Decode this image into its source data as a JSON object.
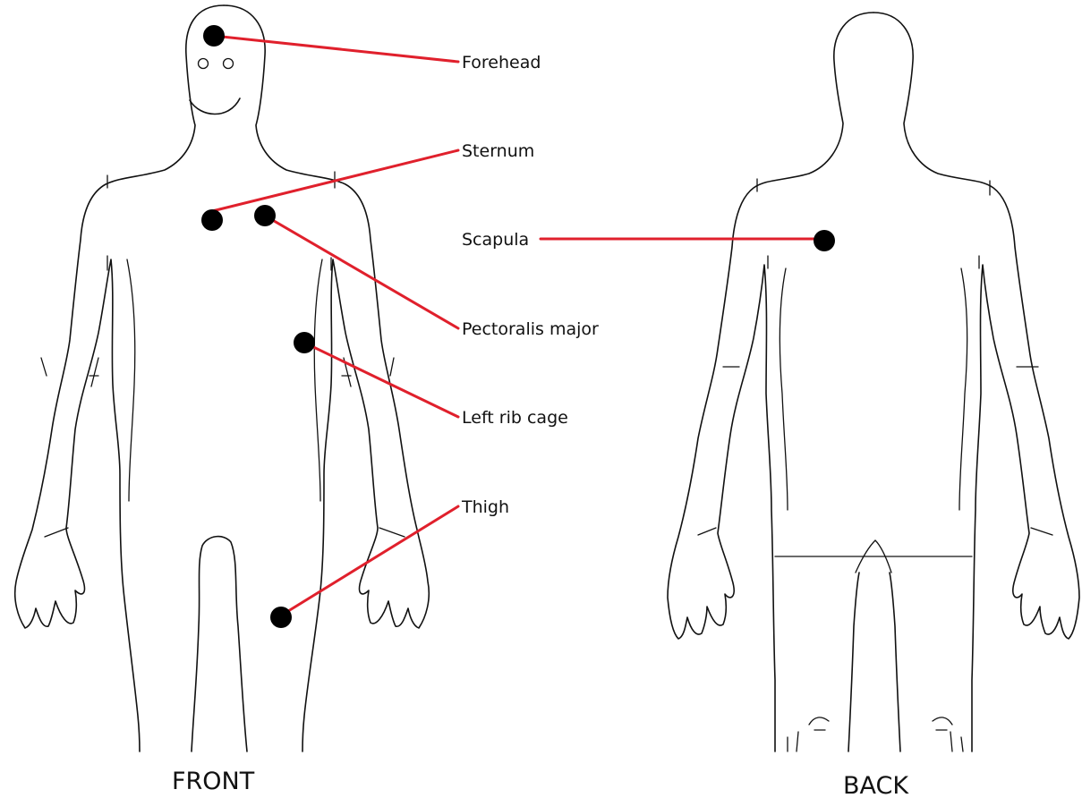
{
  "colors": {
    "leader": "#e0202c",
    "dot": "#000000",
    "outline": "#111111",
    "background": "#ffffff"
  },
  "views": {
    "front": "FRONT",
    "back": "BACK"
  },
  "sites": {
    "forehead": "Forehead",
    "sternum": "Sternum",
    "scapula": "Scapula",
    "pectoralis": "Pectoralis major",
    "rib": "Left rib cage",
    "thigh": "Thigh"
  }
}
